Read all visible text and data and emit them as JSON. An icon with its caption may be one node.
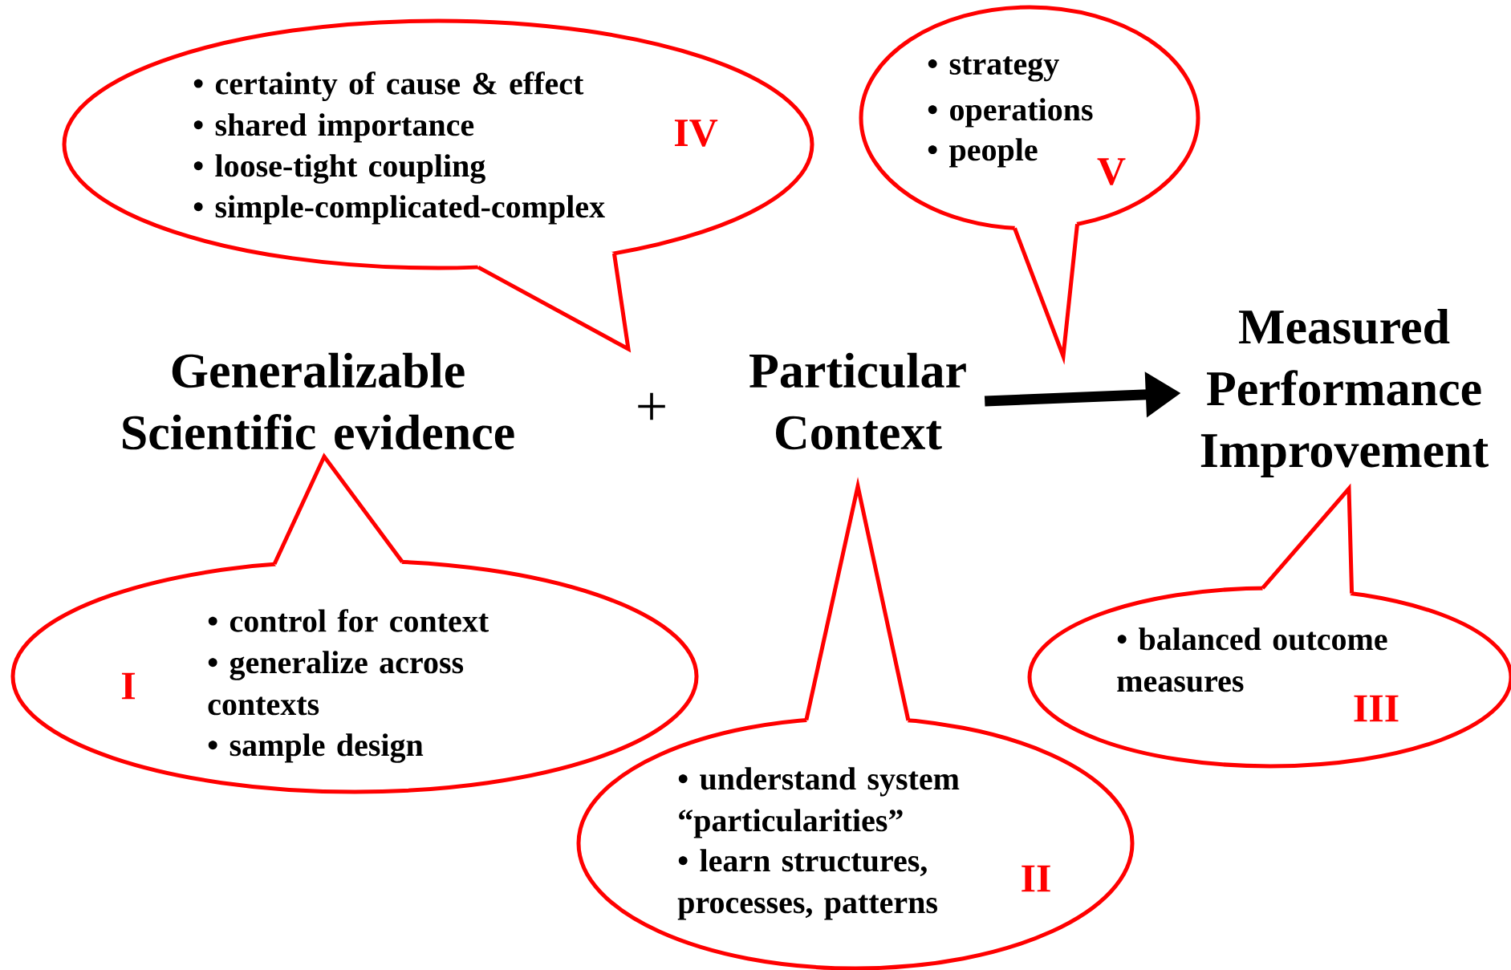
{
  "diagram": {
    "nodes": [
      {
        "text": [
          "• certainty of cause & effect",
          "• shared importance",
          "• loose-tight coupling",
          "• simple-complicated-complex",
          "IV"
        ]
      },
      {
        "text": [
          "• strategy",
          "• operations",
          "• people",
          "V"
        ]
      },
      {
        "text": [
          "Generalizable Scientific evidence"
        ]
      },
      {
        "text": [
          "Particular Context"
        ]
      },
      {
        "text": [
          "Measured Performance Improvement"
        ]
      },
      {
        "text": [
          "• control for context",
          "• generalize across contexts",
          "• sample design",
          "I"
        ]
      },
      {
        "text": [
          "• understand system “particularities”",
          "• learn structures, processes, patterns",
          "II"
        ]
      },
      {
        "text": [
          "• balanced outcome measures",
          "III"
        ]
      }
    ],
    "edges": [
      {
        "from": 3,
        "to": 4,
        "arrow": "to"
      }
    ],
    "labels": [
      "+"
    ]
  }
}
